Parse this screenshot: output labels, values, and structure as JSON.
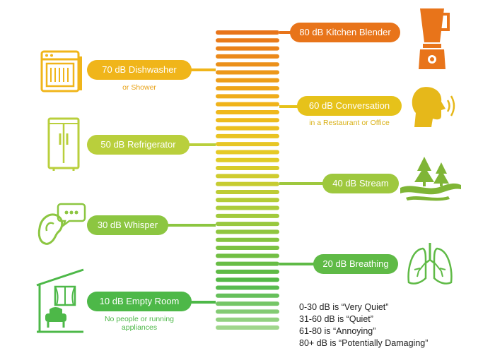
{
  "labels": {
    "blender": {
      "text": "80 dB Kitchen Blender",
      "color": "#e8741a"
    },
    "dishwasher": {
      "text": "70 dB Dishwasher",
      "sub": "or Shower",
      "color": "#f0b51a"
    },
    "conversation": {
      "text": "60 dB Conversation",
      "sub": "in a Restaurant or Office",
      "color": "#e6c21a"
    },
    "refrigerator": {
      "text": "50 dB  Refrigerator",
      "color": "#b9cf3c"
    },
    "stream": {
      "text": "40 dB Stream",
      "color": "#9ec83e"
    },
    "whisper": {
      "text": "30 dB Whisper",
      "color": "#8cc641"
    },
    "breathing": {
      "text": "20 dB Breathing",
      "color": "#5fba46"
    },
    "empty_room": {
      "text": "10 dB Empty Room",
      "sub": "No people or running appliances",
      "sub_line1": "No people or running",
      "sub_line2": "appliances",
      "color": "#4db848"
    }
  },
  "legend": [
    "0-30 dB is “Very Quiet”",
    "31-60 dB is “Quiet”",
    "61-80 is “Annoying”",
    "80+ dB is “Potentially Damaging”"
  ],
  "icons": [
    "blender-icon",
    "dishwasher-icon",
    "speaking-head-icon",
    "refrigerator-icon",
    "stream-trees-icon",
    "ear-speech-icon",
    "lungs-icon",
    "house-armchair-icon"
  ]
}
